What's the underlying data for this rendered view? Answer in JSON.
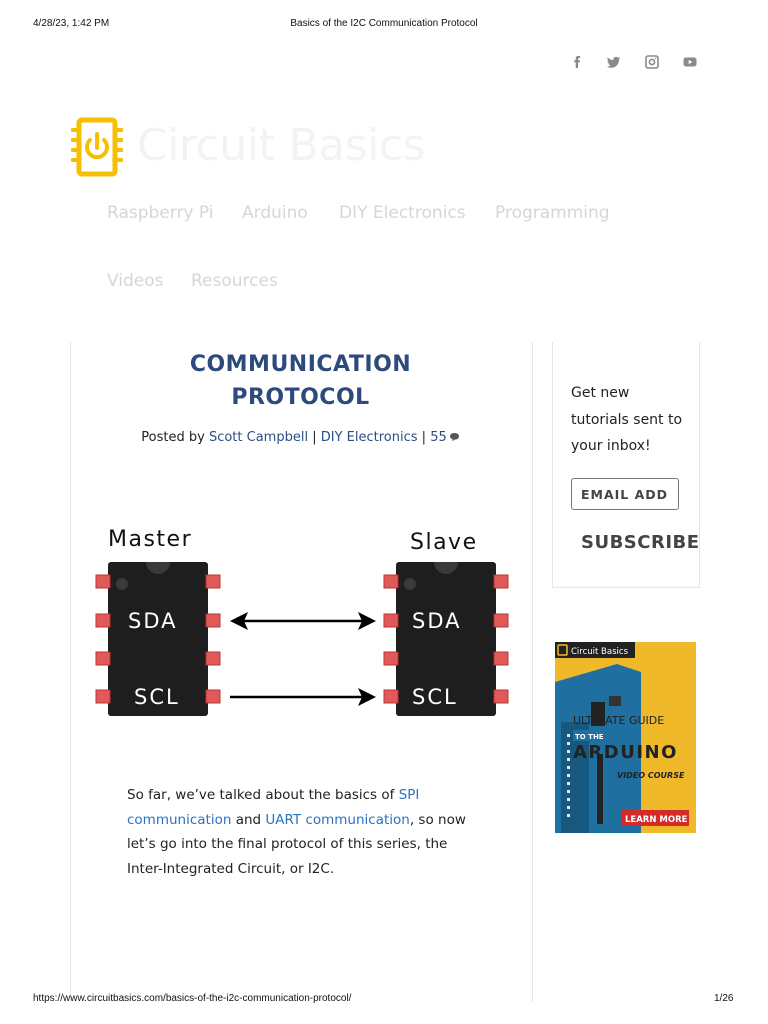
{
  "print_header": {
    "datetime": "4/28/23, 1:42 PM",
    "title": "Basics of the I2C Communication Protocol"
  },
  "social_icons": [
    "facebook-icon",
    "twitter-icon",
    "instagram-icon",
    "youtube-icon"
  ],
  "site": {
    "name": "Circuit Basics",
    "logo_icon": "power-chip-icon",
    "logo_color": "#f6c000"
  },
  "nav": {
    "items": [
      "Raspberry Pi",
      "Arduino",
      "DIY Electronics",
      "Programming",
      "Videos",
      "Resources"
    ]
  },
  "article": {
    "title_line1": "COMMUNICATION",
    "title_line2": "PROTOCOL",
    "posted_by": "Posted by",
    "author": "Scott Campbell",
    "separator": "|",
    "category": "DIY Electronics",
    "comments_count": "55",
    "comment_icon": "comment-icon",
    "title_color": "#2c4a7c",
    "diagram": {
      "master_label": "Master",
      "slave_label": "Slave",
      "sda": "SDA",
      "scl": "SCL"
    },
    "intro": {
      "t1": "So far, we’ve talked about the basics of ",
      "link1": "SPI communication",
      "t2": " and ",
      "link2": "UART communication",
      "t3": ", so now let’s go into the final protocol of this series, the Inter-Integrated Circuit, or I2C."
    }
  },
  "sidebar": {
    "signup_text": "Get new tutorials sent to your inbox!",
    "email_placeholder": "EMAIL ADD",
    "subscribe_label": "SUBSCRIBE",
    "ad": {
      "brand": "Circuit Basics",
      "line1": "ULTIMATE GUIDE",
      "line2": "TO THE",
      "line3": "ARDUINO",
      "line4": "VIDEO COURSE",
      "cta": "LEARN MORE"
    }
  },
  "print_footer": {
    "url": "https://www.circuitbasics.com/basics-of-the-i2c-communication-protocol/",
    "page": "1/26"
  }
}
